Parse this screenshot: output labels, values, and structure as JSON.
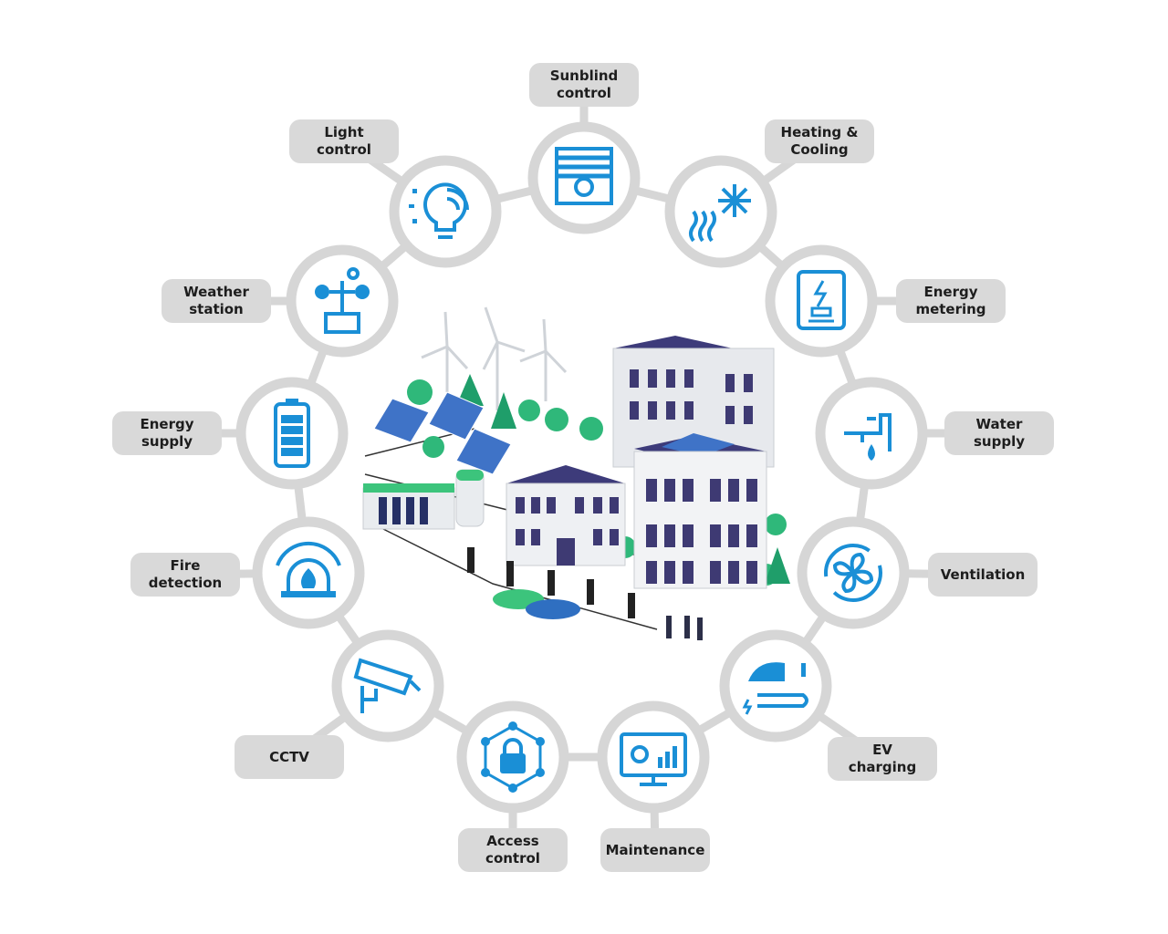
{
  "colors": {
    "ring": "#d6d6d6",
    "label_bg": "#d9d9d9",
    "icon_blue": "#1a8fd6",
    "text": "#1d1d1d"
  },
  "nodes": [
    {
      "label": "Sunblind\ncontrol",
      "icon": "sunblind-icon"
    },
    {
      "label": "Heating &\nCooling",
      "icon": "heating-cooling-icon"
    },
    {
      "label": "Energy\nmetering",
      "icon": "energy-meter-icon"
    },
    {
      "label": "Water\nsupply",
      "icon": "water-tap-icon"
    },
    {
      "label": "Ventilation",
      "icon": "fan-icon"
    },
    {
      "label": "EV\ncharging",
      "icon": "ev-plug-icon"
    },
    {
      "label": "Maintenance",
      "icon": "monitor-gear-chart-icon"
    },
    {
      "label": "Access\ncontrol",
      "icon": "lock-network-icon"
    },
    {
      "label": "CCTV",
      "icon": "cctv-camera-icon"
    },
    {
      "label": "Fire\ndetection",
      "icon": "fire-alarm-icon"
    },
    {
      "label": "Energy\nsupply",
      "icon": "battery-icon"
    },
    {
      "label": "Weather\nstation",
      "icon": "anemometer-icon"
    },
    {
      "label": "Light\ncontrol",
      "icon": "smart-bulb-icon"
    }
  ]
}
